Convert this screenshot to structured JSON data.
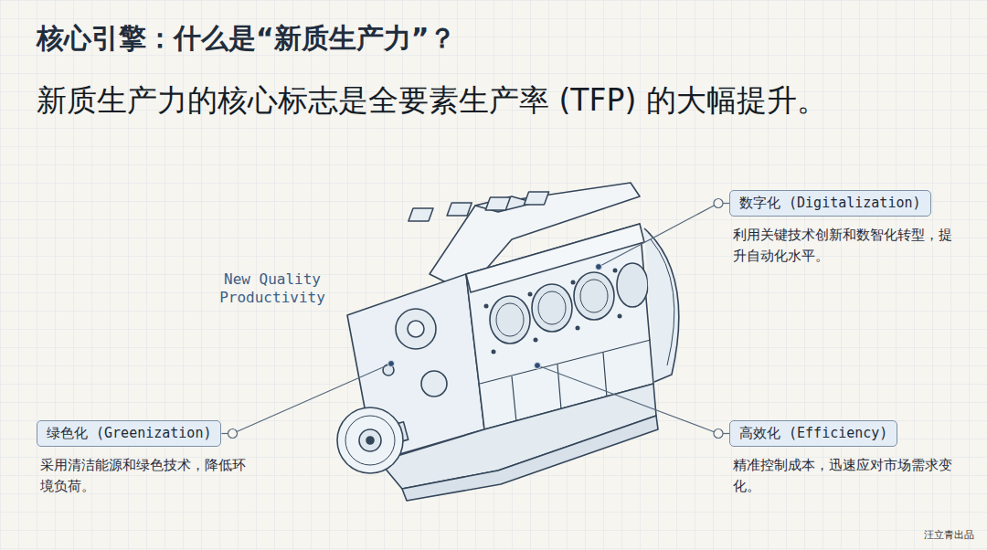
{
  "diagram": {
    "title": "核心引擎：什么是“新质生产力”？",
    "nodes": [
      {
        "text": [
          "数字化 (Digitalization)",
          "利用关键技术创新和数智化转型，提升自动化水平。"
        ]
      },
      {
        "text": [
          "绿色化 (Greenization)",
          "采用清洁能源和绿色技术，降低环境负荷。"
        ]
      },
      {
        "text": [
          "高效化 (Efficiency)",
          "精准控制成本，迅速应对市场需求变化。"
        ]
      }
    ],
    "labels": [
      "新质生产力的核心标志是全要素生产率 (TFP) 的大幅提升。",
      "New Quality Productivity",
      "汪立青出品"
    ]
  }
}
